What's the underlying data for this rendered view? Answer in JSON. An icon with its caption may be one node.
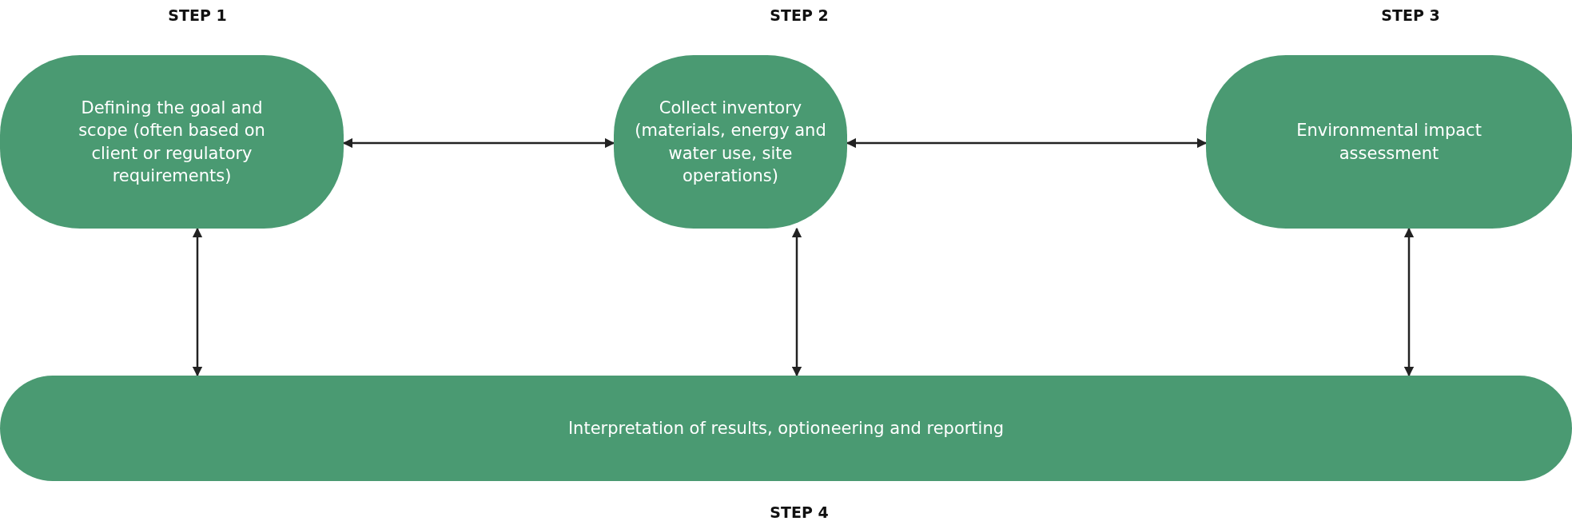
{
  "diagram": {
    "nodes": [
      {
        "text": [
          "STEP 1",
          "Defining the goal and scope (often based on client or regulatory requirements)"
        ]
      },
      {
        "text": [
          "STEP 2",
          "Collect inventory (materials, energy and water use, site operations)"
        ]
      },
      {
        "text": [
          "STEP 3",
          "Environmental impact assessment"
        ]
      },
      {
        "text": [
          "Interpretation of results, optioneering and reporting",
          "STEP 4"
        ]
      }
    ],
    "edges": [
      {
        "from": 0,
        "to": 1,
        "arrow": "both"
      },
      {
        "from": 1,
        "to": 2,
        "arrow": "both"
      },
      {
        "from": 0,
        "to": 3,
        "arrow": "both"
      },
      {
        "from": 1,
        "to": 3,
        "arrow": "both"
      },
      {
        "from": 2,
        "to": 3,
        "arrow": "both"
      }
    ]
  }
}
